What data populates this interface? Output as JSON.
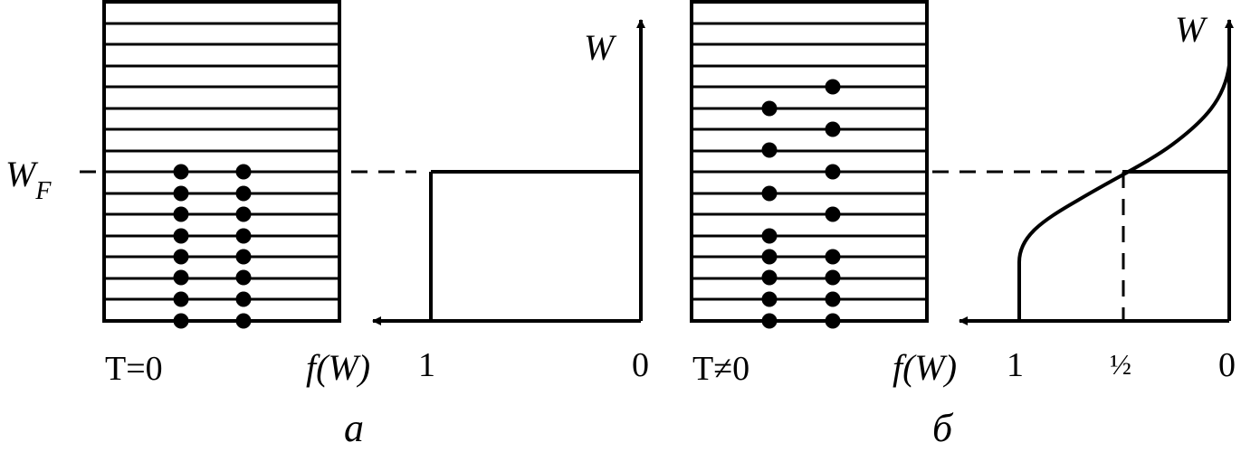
{
  "panel_a": {
    "temperature_label": "T=0",
    "axis_f_label": "f(W)",
    "axis_w_label": "W",
    "fermi_label_main": "W",
    "fermi_label_sub": "F",
    "f_tick_one": "1",
    "f_tick_zero": "0",
    "caption": "а",
    "dots_left_levels": 8,
    "dots_right_levels": 8
  },
  "panel_b": {
    "temperature_label": "T≠0",
    "axis_f_label": "f(W)",
    "axis_w_label": "W",
    "f_tick_one": "1",
    "f_tick_half": "½",
    "f_tick_zero": "0",
    "caption": "б"
  },
  "colors": {
    "ink": "#000000",
    "background": "#ffffff"
  }
}
